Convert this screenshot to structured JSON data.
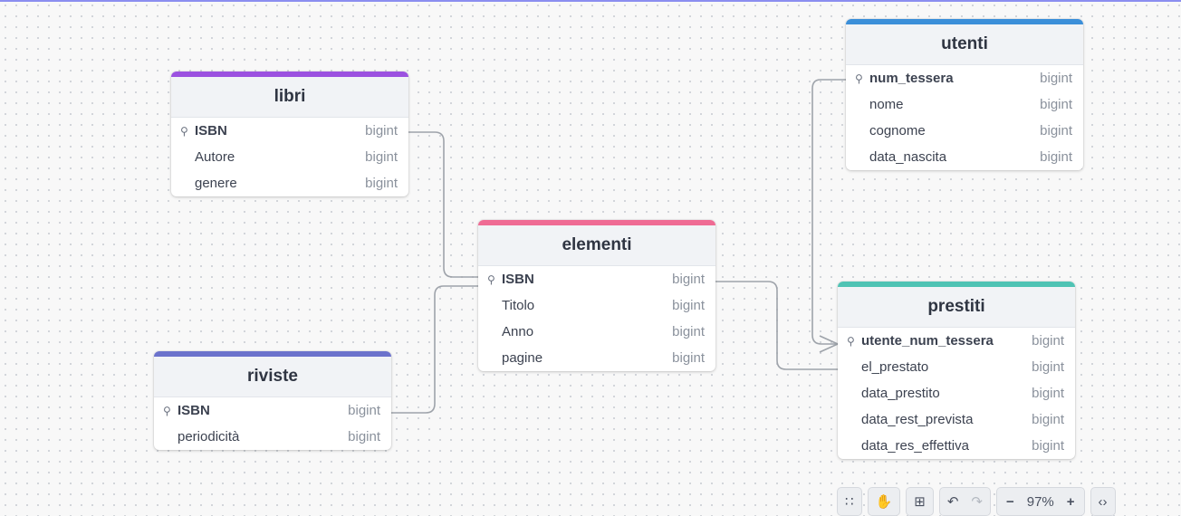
{
  "colors": {
    "libri": "#9b51e0",
    "utenti": "#3b8fd9",
    "elementi": "#ef6b94",
    "riviste": "#6b72cc",
    "prestiti": "#4fc3b4"
  },
  "tables": {
    "libri": {
      "name": "libri",
      "rows": [
        {
          "name": "ISBN",
          "type": "bigint",
          "pk": true
        },
        {
          "name": "Autore",
          "type": "bigint"
        },
        {
          "name": "genere",
          "type": "bigint"
        }
      ]
    },
    "utenti": {
      "name": "utenti",
      "rows": [
        {
          "name": "num_tessera",
          "type": "bigint",
          "pk": true
        },
        {
          "name": "nome",
          "type": "bigint"
        },
        {
          "name": "cognome",
          "type": "bigint"
        },
        {
          "name": "data_nascita",
          "type": "bigint"
        }
      ]
    },
    "elementi": {
      "name": "elementi",
      "rows": [
        {
          "name": "ISBN",
          "type": "bigint",
          "pk": true
        },
        {
          "name": "Titolo",
          "type": "bigint"
        },
        {
          "name": "Anno",
          "type": "bigint"
        },
        {
          "name": "pagine",
          "type": "bigint"
        }
      ]
    },
    "riviste": {
      "name": "riviste",
      "rows": [
        {
          "name": "ISBN",
          "type": "bigint",
          "pk": true
        },
        {
          "name": "periodicità",
          "type": "bigint"
        }
      ]
    },
    "prestiti": {
      "name": "prestiti",
      "rows": [
        {
          "name": "utente_num_tessera",
          "type": "bigint",
          "pk": true
        },
        {
          "name": "el_prestato",
          "type": "bigint"
        },
        {
          "name": "data_prestito",
          "type": "bigint"
        },
        {
          "name": "data_rest_prevista",
          "type": "bigint"
        },
        {
          "name": "data_res_effettiva",
          "type": "bigint"
        }
      ]
    }
  },
  "toolbar": {
    "zoom": "97%",
    "icons": [
      "grid-icon",
      "hand-icon",
      "layout-icon",
      "undo-icon",
      "redo-icon",
      "zoom-out-icon",
      "zoom-in-icon",
      "code-icon"
    ]
  }
}
